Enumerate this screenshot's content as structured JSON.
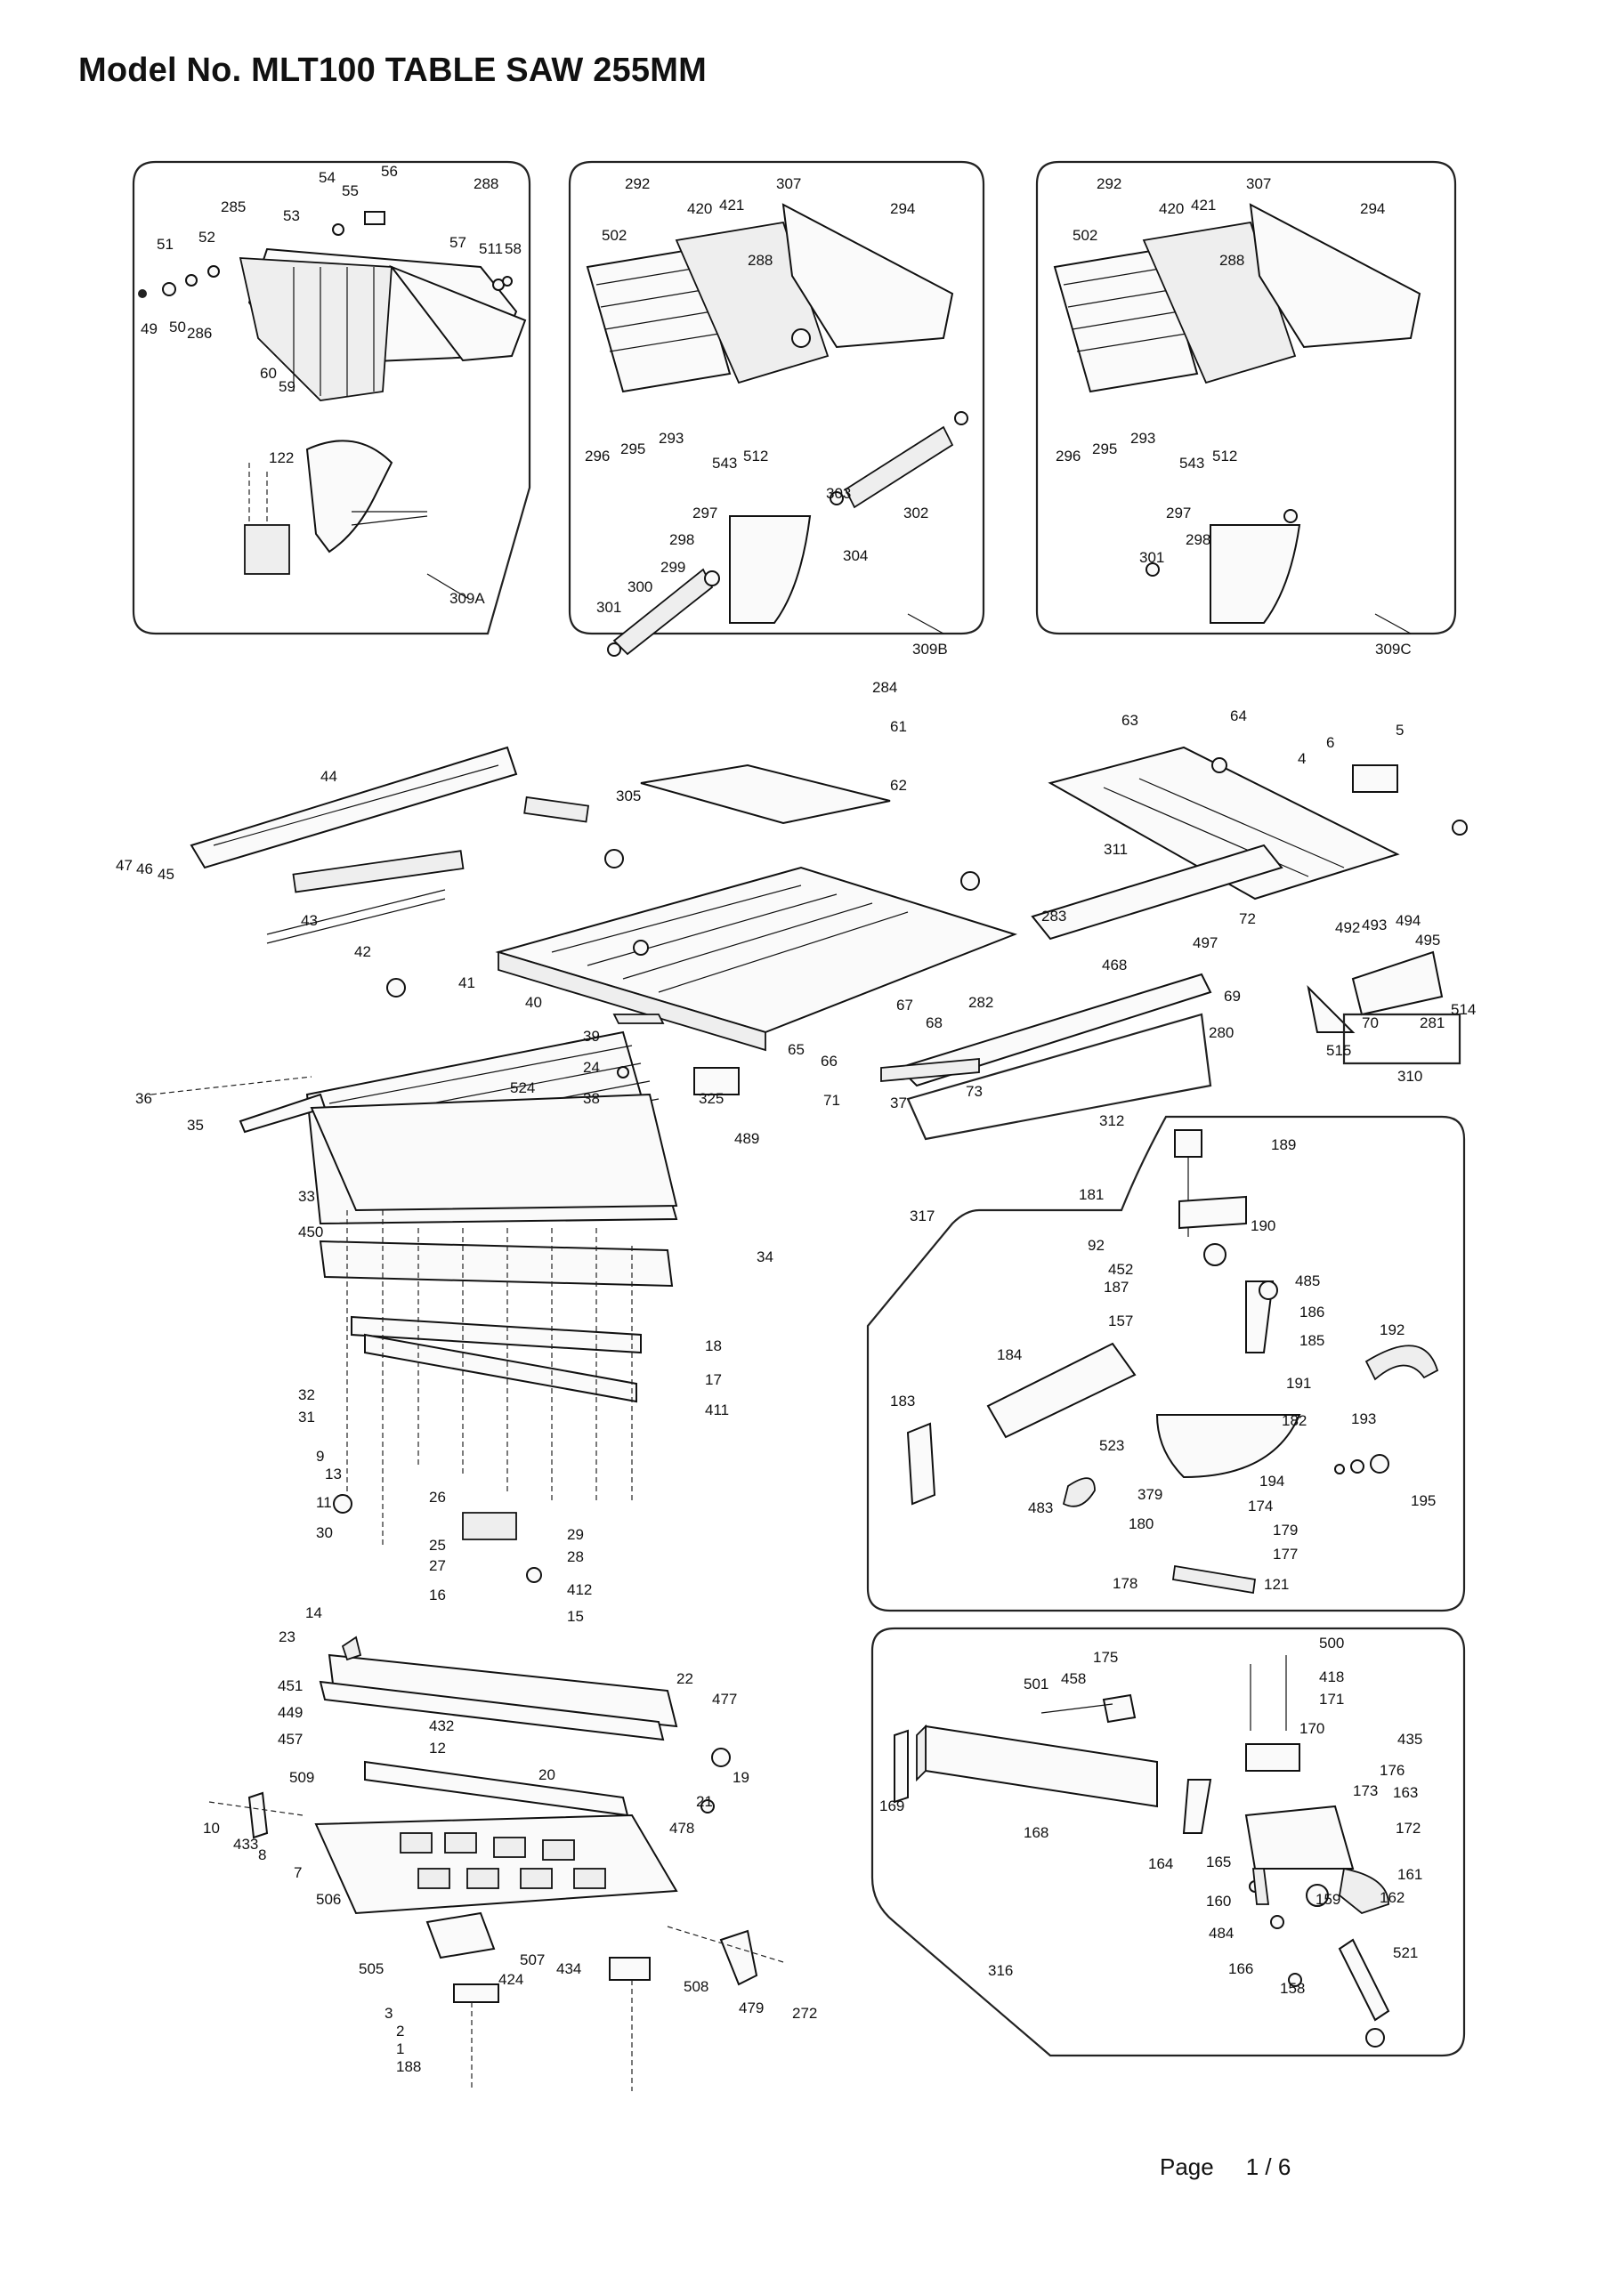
{
  "header": {
    "title": "Model No. MLT100  TABLE SAW 255MM"
  },
  "footer": {
    "page_label": "Page",
    "page_value": "1 / 6"
  },
  "assemblies": {
    "guard_309A": "309A",
    "guard_309B": "309B",
    "guard_309C": "309C",
    "rail_assembly_312": "312",
    "fence_assembly_310": "310",
    "miter_gauge_317": "317",
    "rip_fence_316": "316"
  },
  "part_labels": [
    "54",
    "55",
    "56",
    "288",
    "285",
    "53",
    "51",
    "52",
    "57",
    "511",
    "58",
    "49",
    "50",
    "286",
    "60",
    "59",
    "122",
    "292",
    "420",
    "421",
    "307",
    "294",
    "502",
    "288",
    "296",
    "295",
    "293",
    "543",
    "512",
    "297",
    "303",
    "302",
    "298",
    "304",
    "299",
    "300",
    "301",
    "292",
    "420",
    "421",
    "307",
    "294",
    "502",
    "288",
    "296",
    "295",
    "293",
    "543",
    "512",
    "297",
    "298",
    "301",
    "284",
    "61",
    "62",
    "305",
    "63",
    "64",
    "6",
    "5",
    "4",
    "311",
    "72",
    "283",
    "497",
    "468",
    "492",
    "493",
    "494",
    "495",
    "44",
    "47",
    "46",
    "45",
    "43",
    "42",
    "41",
    "40",
    "39",
    "24",
    "38",
    "325",
    "65",
    "66",
    "67",
    "68",
    "282",
    "71",
    "73",
    "280",
    "69",
    "515",
    "70",
    "281",
    "514",
    "37",
    "36",
    "35",
    "524",
    "489",
    "34",
    "33",
    "450",
    "18",
    "17",
    "411",
    "32",
    "31",
    "9",
    "13",
    "11",
    "30",
    "26",
    "29",
    "25",
    "28",
    "27",
    "16",
    "412",
    "15",
    "14",
    "23",
    "22",
    "477",
    "451",
    "449",
    "432",
    "457",
    "12",
    "509",
    "20",
    "21",
    "19",
    "478",
    "10",
    "433",
    "8",
    "7",
    "506",
    "505",
    "424",
    "507",
    "434",
    "508",
    "479",
    "272",
    "3",
    "2",
    "1",
    "188",
    "189",
    "181",
    "190",
    "92",
    "452",
    "187",
    "485",
    "157",
    "186",
    "185",
    "192",
    "184",
    "191",
    "183",
    "182",
    "193",
    "523",
    "194",
    "379",
    "483",
    "174",
    "195",
    "180",
    "179",
    "177",
    "178",
    "121",
    "500",
    "175",
    "501",
    "458",
    "418",
    "171",
    "170",
    "435",
    "176",
    "169",
    "163",
    "173",
    "168",
    "172",
    "164",
    "165",
    "160",
    "161",
    "159",
    "162",
    "484",
    "166",
    "158",
    "521"
  ]
}
